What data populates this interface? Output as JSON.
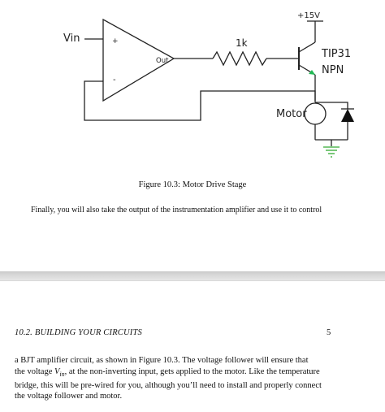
{
  "circuit": {
    "supply_label": "+15V",
    "input_label": "Vin",
    "plus_sign": "+",
    "minus_sign": "-",
    "opamp_output_label": "Out",
    "resistor_label": "1k",
    "transistor_model": "TIP31",
    "transistor_type": "NPN",
    "motor_label": "Motor"
  },
  "caption": "Figure 10.3: Motor Drive Stage",
  "paragraph_top": "Finally, you will also take the output of the instrumentation amplifier and use it to control",
  "running_head": "10.2.  BUILDING YOUR CIRCUITS",
  "page_number": "5",
  "paragraph_bottom": {
    "line1": "a BJT amplifier circuit, as shown in Figure 10.3.  The voltage follower will ensure that",
    "line2_before": "the voltage ",
    "line2_var": "V",
    "line2_sub": "in",
    "line2_after": ", at the non-inverting input, gets applied to the motor.  Like the temperature",
    "line3": "bridge, this will be pre-wired for you, although you’ll need to install and properly connect",
    "line4": "the voltage follower and motor."
  }
}
